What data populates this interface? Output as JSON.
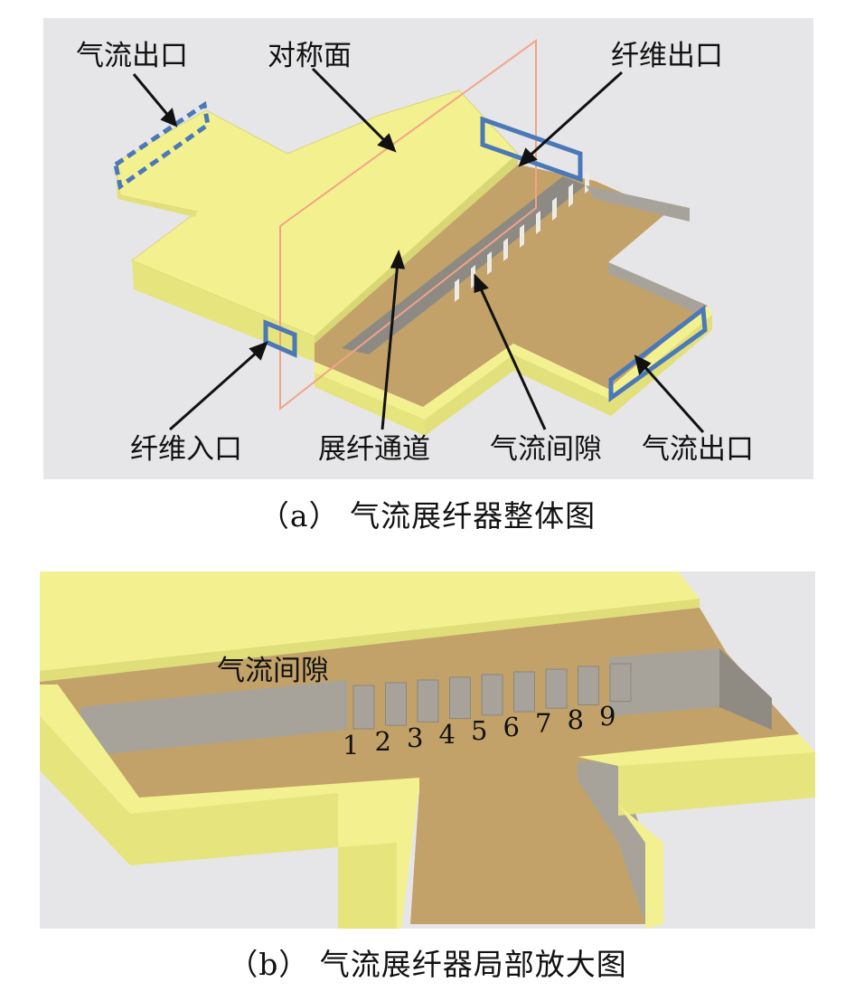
{
  "panel_a": {
    "labels": {
      "airflow_outlet_left": "气流出口",
      "symmetry_plane": "对称面",
      "fiber_outlet": "纤维出口",
      "fiber_inlet": "纤维入口",
      "spreading_channel": "展纤通道",
      "airflow_gap": "气流间隙",
      "airflow_outlet_right": "气流出口"
    },
    "caption": "（a） 气流展纤器整体图"
  },
  "panel_b": {
    "gap_label": "气流间隙",
    "gap_numbers": [
      "1",
      "2",
      "3",
      "4",
      "5",
      "6",
      "7",
      "8",
      "9"
    ],
    "caption": "（b） 气流展纤器局部放大图"
  },
  "colors": {
    "yellow_top": "#f3f18f",
    "yellow_side": "#e6e47c",
    "floor": "#c2a268",
    "wall": "#a8a39a",
    "outline_blue": "#4a78b8",
    "plane_orange": "#f2a386",
    "background": "#e6e6e8"
  }
}
